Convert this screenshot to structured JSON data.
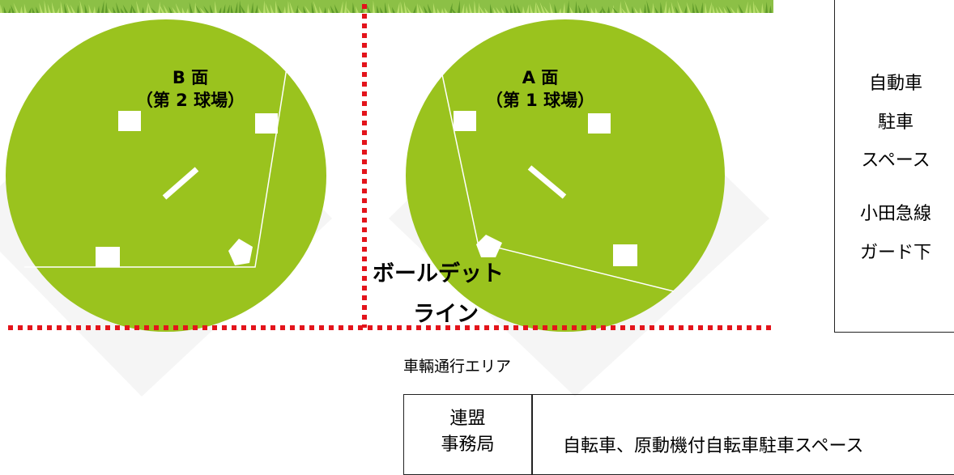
{
  "colors": {
    "field_green": "#9ac31e",
    "grass_dark": "#5f9a2a",
    "grass_light": "#b7dd6a",
    "deadball_line": "#e3141b",
    "base": "#ffffff"
  },
  "fields": [
    {
      "name_line1": "B 面",
      "name_line2": "（第 2 球場）"
    },
    {
      "name_line1": "A 面",
      "name_line2": "（第 1 球場）"
    }
  ],
  "deadball": {
    "line1": "ボールデット",
    "line2": "ライン"
  },
  "vehicle_area": "車輛通行エリア",
  "car_parking": {
    "lines": [
      "自動車",
      "駐車",
      "スペース",
      "小田急線",
      "ガード下"
    ]
  },
  "office": {
    "name_line1": "連盟",
    "name_line2": "事務局",
    "bike_parking": "自転車、原動機付自転車駐車スペース"
  }
}
